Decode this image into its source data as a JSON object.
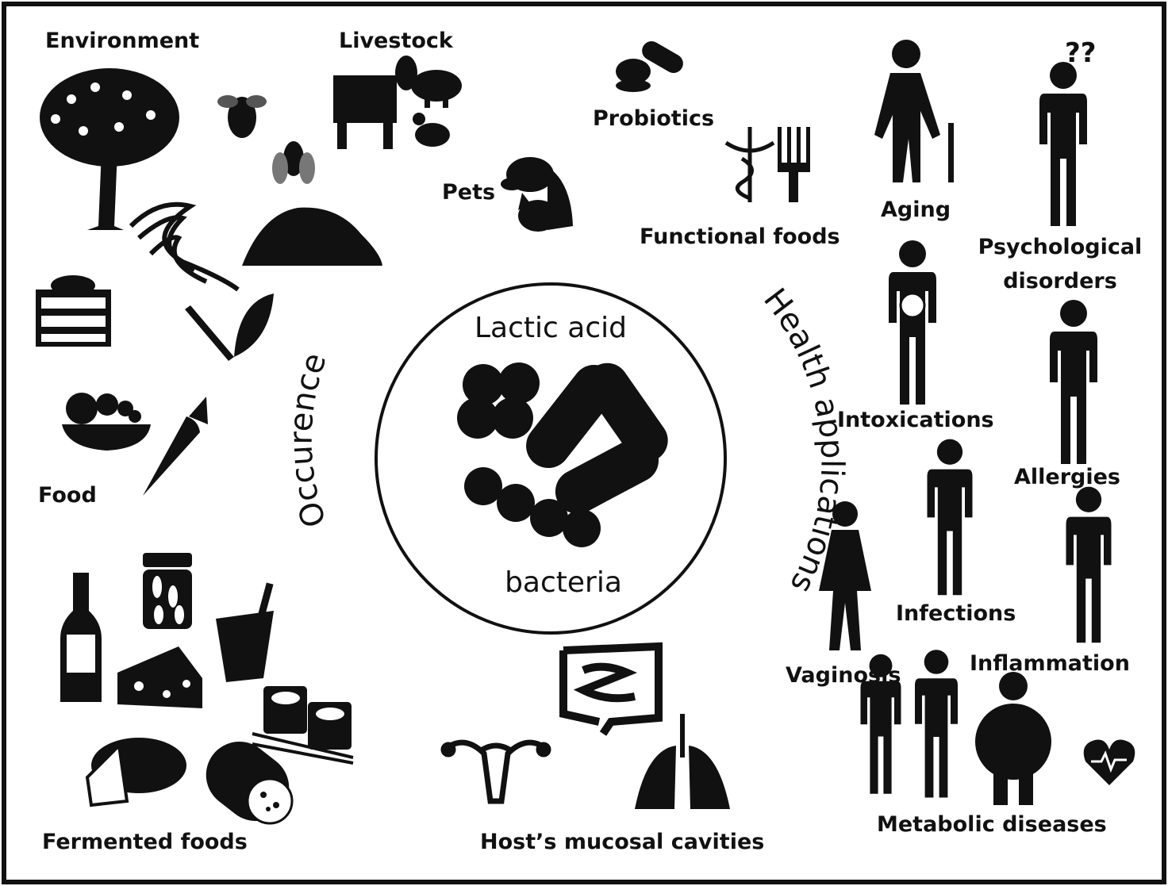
{
  "center": {
    "line1": "Lactic acid",
    "line2": "bacteria"
  },
  "arcs": {
    "left": "Occurence",
    "right": "Health applications"
  },
  "occurrence": {
    "environment": "Environment",
    "livestock": "Livestock",
    "pets": "Pets",
    "food": "Food",
    "fermented_foods": "Fermented foods",
    "mucosal": "Host’s mucosal cavities"
  },
  "health": {
    "probiotics": "Probiotics",
    "functional_foods": "Functional foods",
    "aging": "Aging",
    "psych_line1": "Psychological",
    "psych_line2": "disorders",
    "psych_mark": "??",
    "intoxications": "Intoxications",
    "allergies": "Allergies",
    "infections": "Infections",
    "vaginosis": "Vaginosis",
    "inflammation": "Inflammation",
    "metabolic": "Metabolic diseases"
  }
}
